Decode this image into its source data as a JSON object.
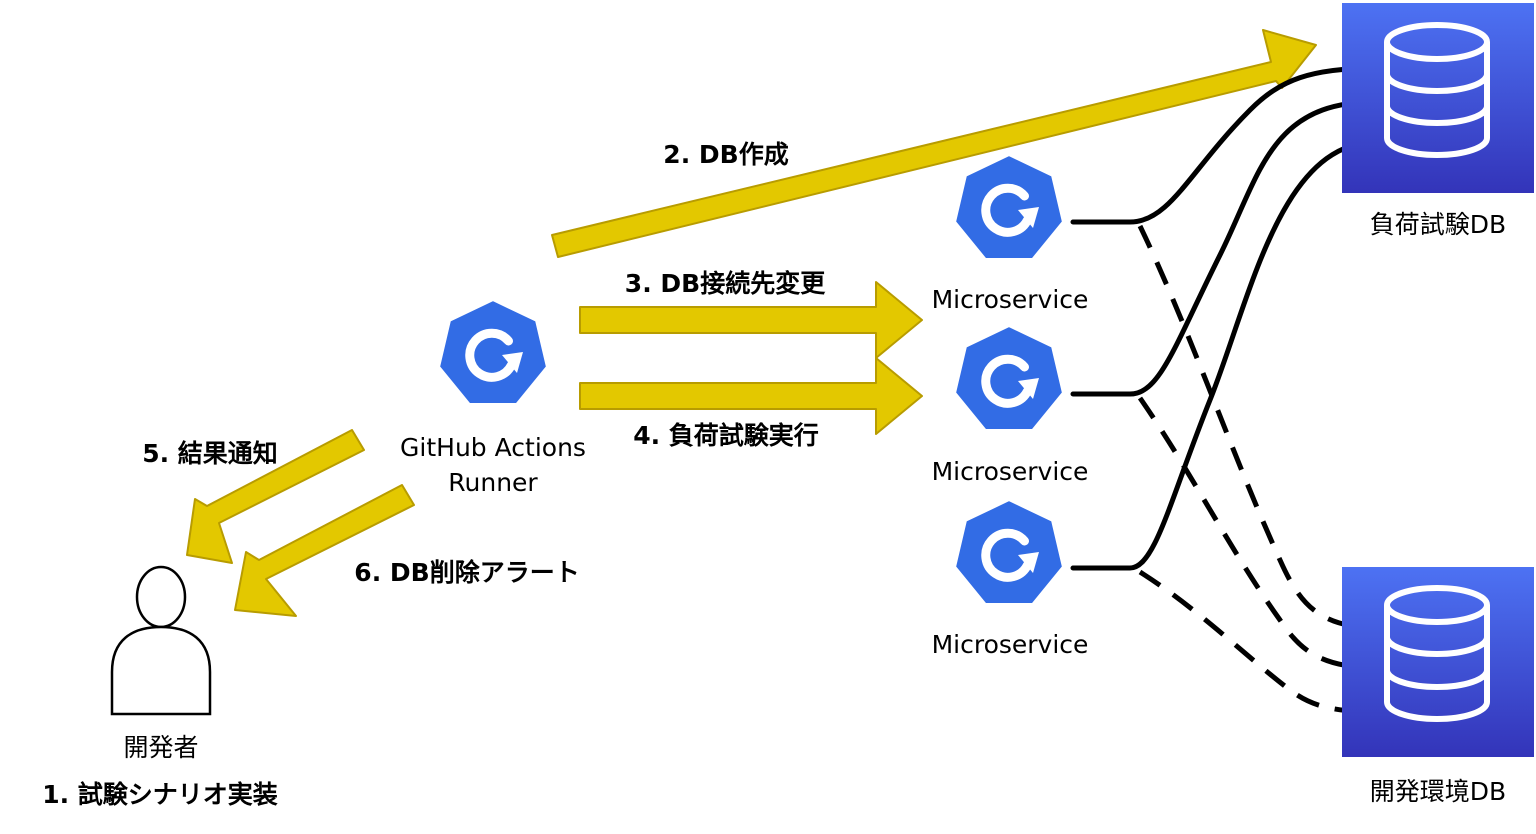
{
  "steps": {
    "implement": "1. 試験シナリオ実装",
    "create_db": "2. DB作成",
    "change_db": "3. DB接続先変更",
    "run_test": "4. 負荷試験実行",
    "notify": "5. 結果通知",
    "delete_alert": "6. DB削除アラート"
  },
  "nodes": {
    "runner_line1": "GitHub Actions",
    "runner_line2": "Runner",
    "microservice1": "Microservice",
    "microservice2": "Microservice",
    "microservice3": "Microservice",
    "developer": "開発者",
    "loadtest_db": "負荷試験DB",
    "dev_db": "開発環境DB"
  },
  "colors": {
    "arrow_fill": "#e3c800",
    "arrow_stroke": "#b89c00",
    "k8s_blue": "#326ce5",
    "db_bg_top": "#4d72f3",
    "db_bg_bottom": "#3334b9"
  },
  "icons": {
    "runner": "kubernetes-job-icon",
    "service": "kubernetes-job-icon",
    "developer": "user-icon",
    "database": "database-icon"
  }
}
